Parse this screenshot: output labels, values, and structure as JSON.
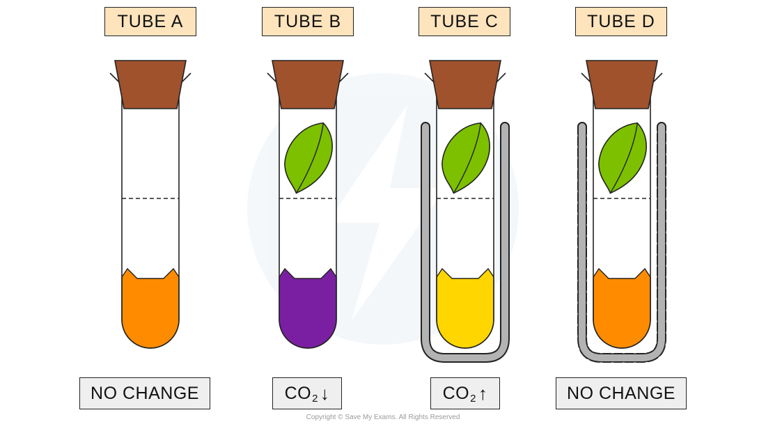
{
  "tubes": [
    {
      "label": "TUBE A",
      "has_leaf": false,
      "cover": "none",
      "liquid_color": "#ff8c00"
    },
    {
      "label": "TUBE B",
      "has_leaf": true,
      "cover": "none",
      "liquid_color": "#7b1fa2"
    },
    {
      "label": "TUBE C",
      "has_leaf": true,
      "cover": "solid",
      "liquid_color": "#ffd600"
    },
    {
      "label": "TUBE D",
      "has_leaf": true,
      "cover": "gauze",
      "liquid_color": "#ff8c00"
    }
  ],
  "results": {
    "a": {
      "text": "NO CHANGE"
    },
    "b": {
      "main": "CO",
      "sub": "2",
      "arrow": "↓"
    },
    "c": {
      "main": "CO",
      "sub": "2",
      "arrow": "↑"
    },
    "d": {
      "text": "NO CHANGE"
    }
  },
  "colors": {
    "label_bg": "#fde4bd",
    "bung": "#a0522d",
    "leaf": "#7cc000",
    "cover": "#b3b3b3",
    "result_bg": "#efefef"
  },
  "copyright": "Copyright © Save My Exams. All Rights Reserved"
}
